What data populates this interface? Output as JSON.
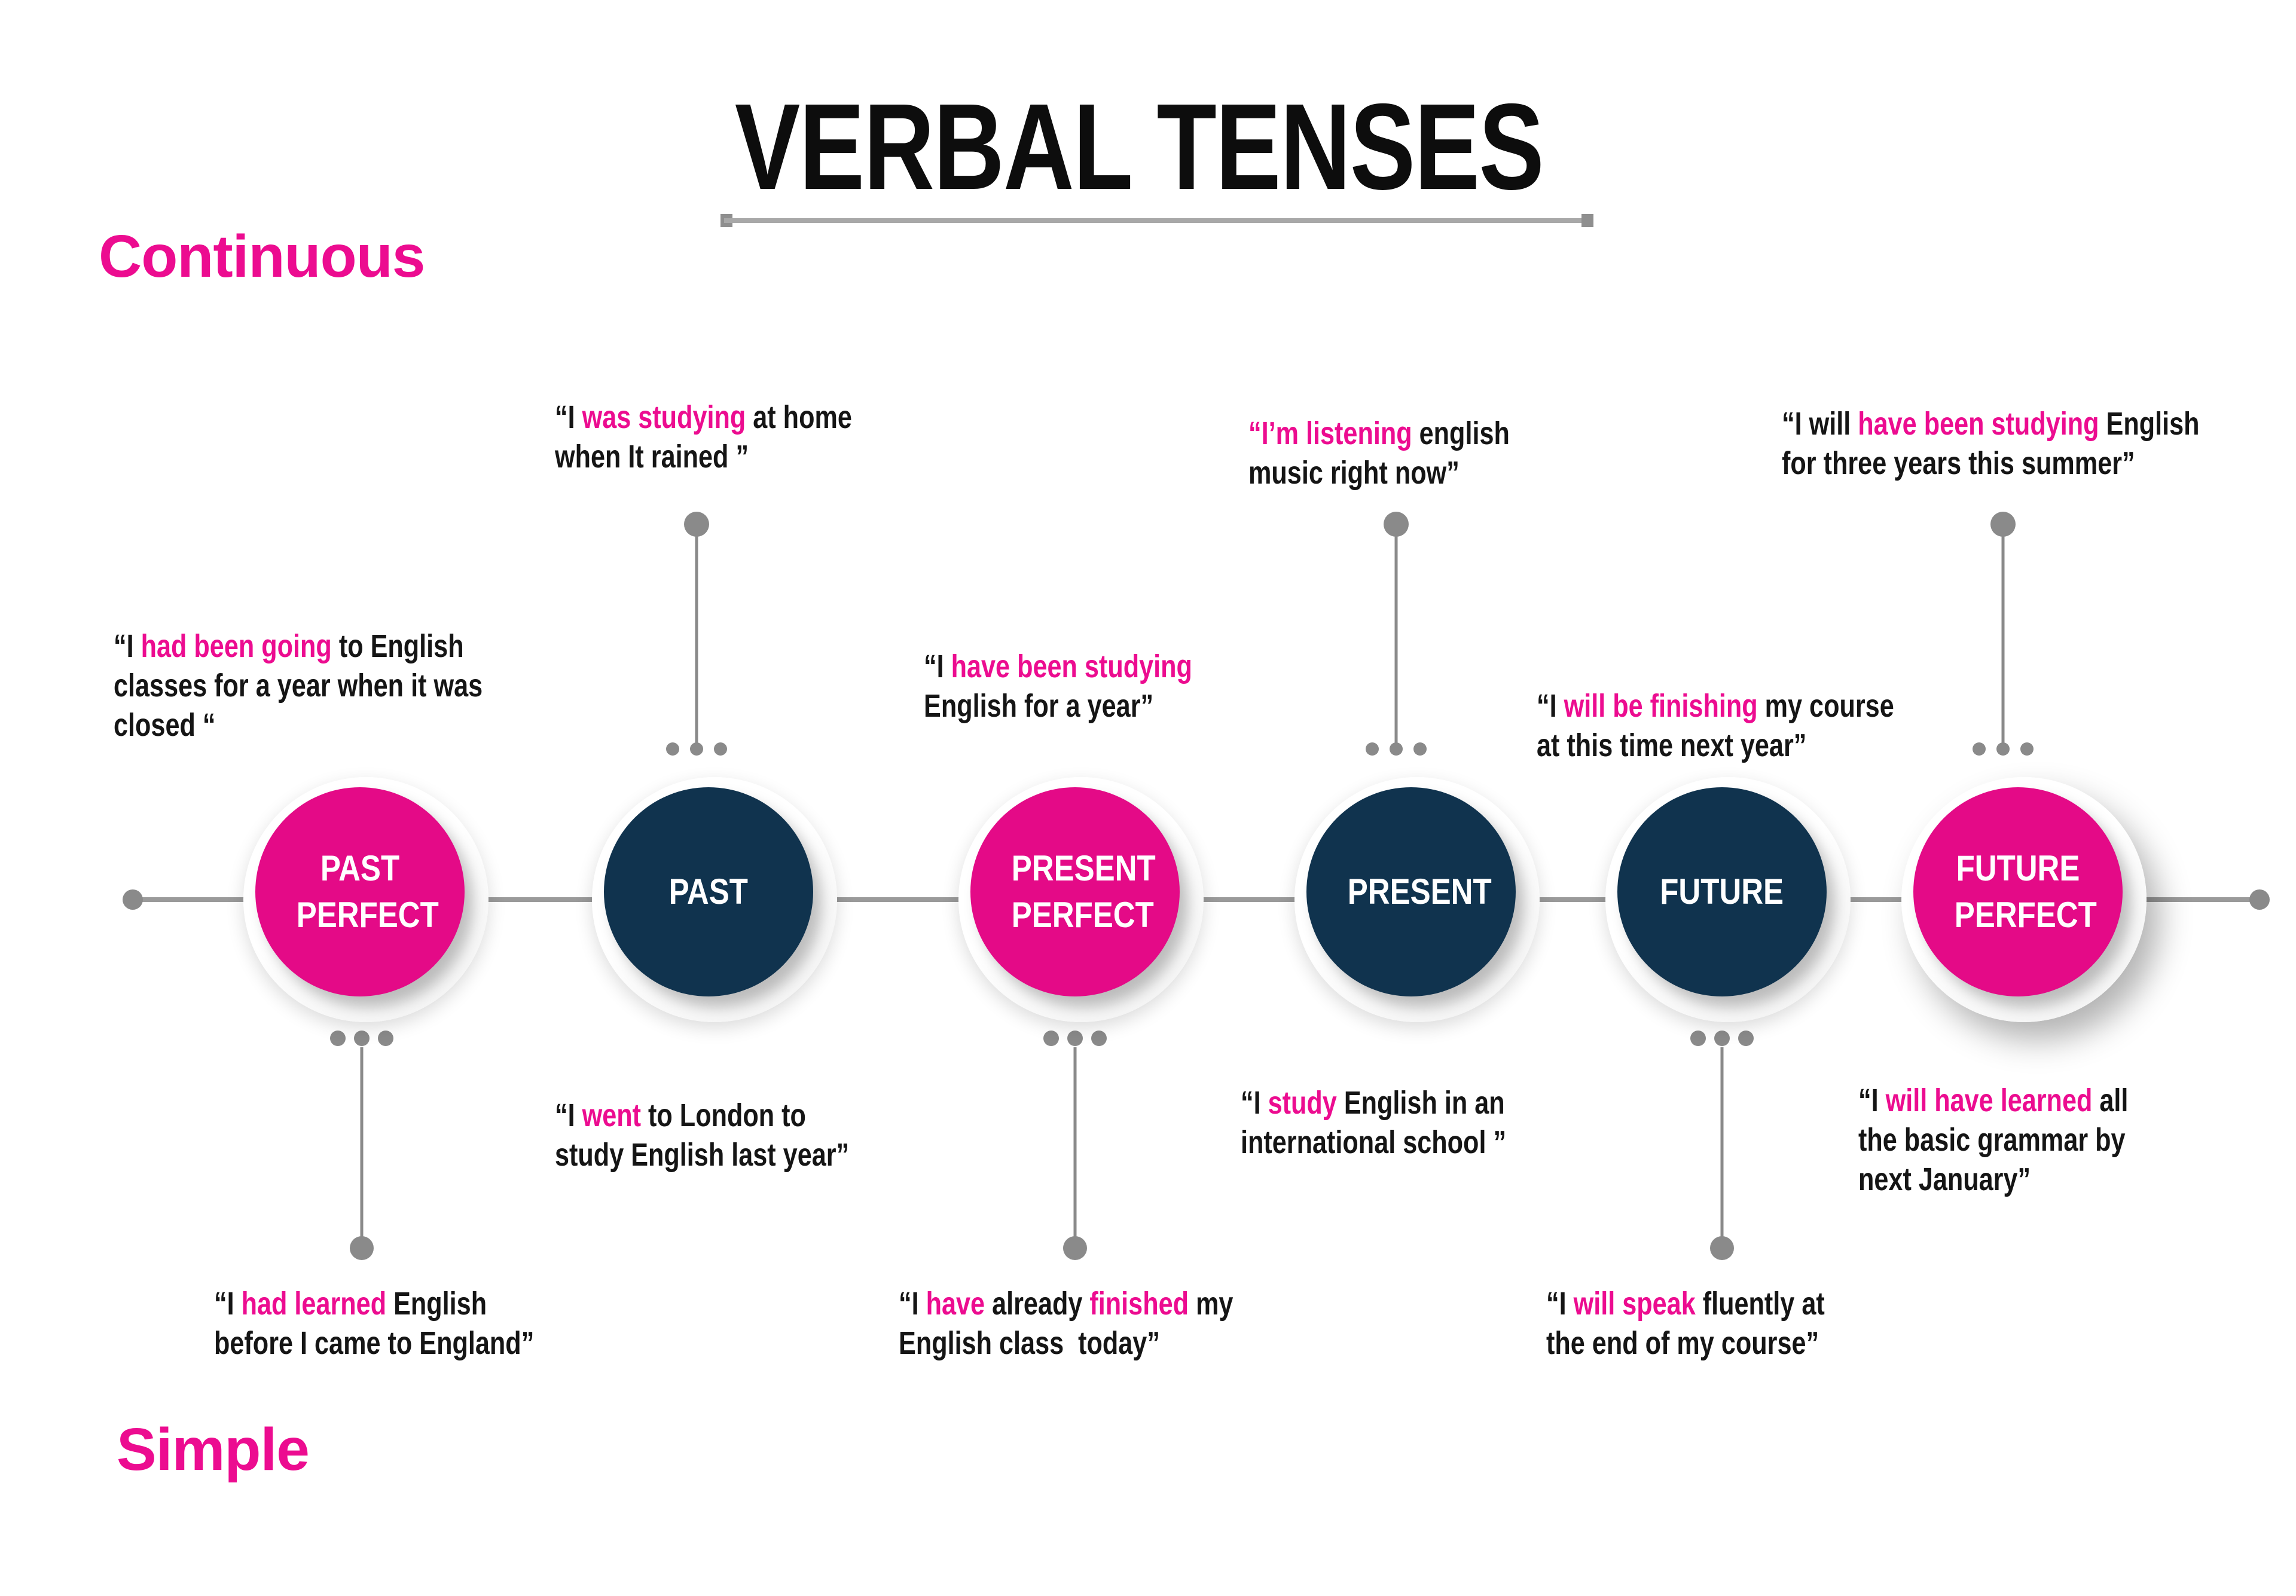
{
  "title": "VERBAL TENSES",
  "row_labels": {
    "continuous": "Continuous",
    "simple": "Simple"
  },
  "colors": {
    "pink": "#e40a87",
    "navy": "#10334e",
    "highlight": "#ec0c90",
    "gray": "#8a8a8a"
  },
  "timeline": {
    "nodes": [
      {
        "label": "PAST PERFECT",
        "color": "pink"
      },
      {
        "label": "PAST",
        "color": "navy"
      },
      {
        "label": "PRESENT PERFECT",
        "color": "pink"
      },
      {
        "label": "PRESENT",
        "color": "navy"
      },
      {
        "label": "FUTURE",
        "color": "navy"
      },
      {
        "label": "FUTURE PERFECT",
        "color": "pink"
      }
    ]
  },
  "examples": {
    "past_perfect_continuous": {
      "lines": [
        [
          {
            "t": "“I "
          },
          {
            "t": "had been going",
            "hl": true
          },
          {
            "t": " to English"
          }
        ],
        [
          {
            "t": "classes for a year when it was"
          }
        ],
        [
          {
            "t": "closed “"
          }
        ]
      ]
    },
    "past_continuous": {
      "lines": [
        [
          {
            "t": "“I "
          },
          {
            "t": "was studying",
            "hl": true
          },
          {
            "t": " at home"
          }
        ],
        [
          {
            "t": "when It rained ”"
          }
        ]
      ]
    },
    "present_perfect_continuous": {
      "lines": [
        [
          {
            "t": "“I "
          },
          {
            "t": "have been studying",
            "hl": true
          }
        ],
        [
          {
            "t": "English for a year”"
          }
        ]
      ]
    },
    "present_continuous": {
      "lines": [
        [
          {
            "t": "“I’m listening",
            "hl": true
          },
          {
            "t": " english"
          }
        ],
        [
          {
            "t": "music right now”"
          }
        ]
      ]
    },
    "future_continuous": {
      "lines": [
        [
          {
            "t": "“I "
          },
          {
            "t": "will be finishing",
            "hl": true
          },
          {
            "t": " my course"
          }
        ],
        [
          {
            "t": "at this time next year”"
          }
        ]
      ]
    },
    "future_perfect_continuous": {
      "lines": [
        [
          {
            "t": "“I will "
          },
          {
            "t": "have been studying",
            "hl": true
          },
          {
            "t": " English"
          }
        ],
        [
          {
            "t": "for three years this summer”"
          }
        ]
      ]
    },
    "past_perfect_simple": {
      "lines": [
        [
          {
            "t": "“I "
          },
          {
            "t": "had learned",
            "hl": true
          },
          {
            "t": " English"
          }
        ],
        [
          {
            "t": "before I came to England”"
          }
        ]
      ]
    },
    "past_simple": {
      "lines": [
        [
          {
            "t": "“I "
          },
          {
            "t": "went",
            "hl": true
          },
          {
            "t": " to London to"
          }
        ],
        [
          {
            "t": "study English last year”"
          }
        ]
      ]
    },
    "present_perfect_simple": {
      "lines": [
        [
          {
            "t": "“I "
          },
          {
            "t": "have",
            "hl": true
          },
          {
            "t": " already "
          },
          {
            "t": "finished",
            "hl": true
          },
          {
            "t": " my"
          }
        ],
        [
          {
            "t": "English class  today”"
          }
        ]
      ]
    },
    "present_simple": {
      "lines": [
        [
          {
            "t": "“I "
          },
          {
            "t": "study",
            "hl": true
          },
          {
            "t": " English in an"
          }
        ],
        [
          {
            "t": "international school ”"
          }
        ]
      ]
    },
    "future_simple": {
      "lines": [
        [
          {
            "t": "“I "
          },
          {
            "t": "will speak",
            "hl": true
          },
          {
            "t": " fluently at"
          }
        ],
        [
          {
            "t": "the end of my course”"
          }
        ]
      ]
    },
    "future_perfect_simple": {
      "lines": [
        [
          {
            "t": "“I "
          },
          {
            "t": "will have learned",
            "hl": true
          },
          {
            "t": " all"
          }
        ],
        [
          {
            "t": "the basic grammar by"
          }
        ],
        [
          {
            "t": "next January”"
          }
        ]
      ]
    }
  }
}
